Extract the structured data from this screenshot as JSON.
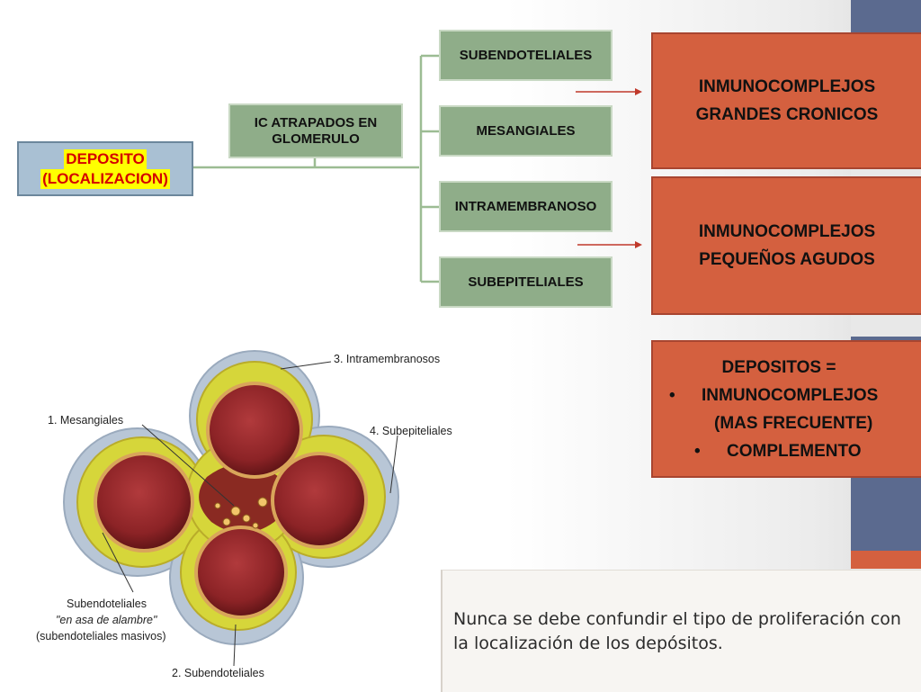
{
  "deposito": {
    "line1": "DEPOSITO ",
    "line2": "(LOCALIZACION)"
  },
  "ic_box": {
    "line1": "IC ATRAPADOS EN",
    "line2": "GLOMERULO"
  },
  "locations": [
    "SUBENDOTELIALES",
    "MESANGIALES",
    "INTRAMEMBRANOSO",
    "SUBEPITELIALES"
  ],
  "red_boxes": {
    "large": {
      "line1": "INMUNOCOMPLEJOS",
      "line2": "GRANDES CRONICOS"
    },
    "small": {
      "line1": "INMUNOCOMPLEJOS",
      "line2": "PEQUEÑOS AGUDOS"
    },
    "deposits": {
      "title": "DEPOSITOS =",
      "items": [
        "INMUNOCOMPLEJOS",
        "(MAS FRECUENTE)",
        "COMPLEMENTO"
      ]
    }
  },
  "figure_labels": {
    "intramembranosos": "3. Intramembranosos",
    "mesangiales": "1. Mesangiales",
    "subepiteliales": "4. Subepiteliales",
    "subendo_line1": "Subendoteliales",
    "subendo_line2": "\"en asa de alambre\"",
    "subendo_line3": "(subendoteliales masivos)",
    "subendoteliales": "2. Subendoteliales"
  },
  "note": {
    "line1": "Nunca se debe confundir el tipo de proliferación con",
    "line2": "la localización de los depósitos."
  },
  "colors": {
    "green_box": "#8fad89",
    "red_box": "#d4603f",
    "blue_box": "#a9c0d3",
    "band": "#5b6a8f",
    "connector": "#9cbc93",
    "arrow": "#c0392b"
  }
}
